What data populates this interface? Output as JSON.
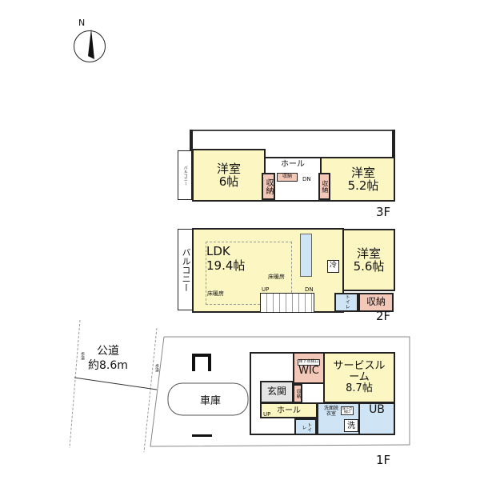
{
  "compass": {
    "label": "N"
  },
  "floor3": {
    "label": "3F",
    "balcony": "バルコニー",
    "room1": {
      "name": "洋室",
      "size": "6帖"
    },
    "room2": {
      "name": "洋室",
      "size": "5.2帖"
    },
    "hall": "ホール",
    "storage": "収納",
    "storage_small": "収納",
    "dn": "DN"
  },
  "floor2": {
    "label": "2F",
    "balcony": "バルコニー",
    "ldk": {
      "name": "LDK",
      "size": "19.4帖"
    },
    "floor_heating": "床暖房",
    "room": {
      "name": "洋室",
      "size": "5.6帖"
    },
    "fridge": "冷",
    "toilet": "トイレ",
    "storage": "収納",
    "up": "UP",
    "dn": "DN"
  },
  "floor1": {
    "label": "1F",
    "road": {
      "name": "公道",
      "width": "約8.6m"
    },
    "sidewalk": "歩道",
    "garage": "車庫",
    "wic": "WIC",
    "inspection": "床下点検口",
    "service_room": {
      "name": "サービスルーム",
      "size": "8.7帖"
    },
    "entrance": "玄関",
    "shoe": "収納",
    "hall": "ホール",
    "up": "UP",
    "toilet": "トイレ",
    "washroom": "洗面脱衣室",
    "washer": "洗",
    "ub": "UB"
  },
  "colors": {
    "room": "#fbf6c2",
    "storage": "#f4c8b8",
    "wet": "#cfe4f4",
    "entrance": "#e4e4e4"
  }
}
